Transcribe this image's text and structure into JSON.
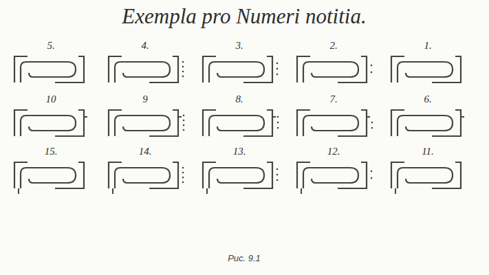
{
  "diagram": {
    "title": "Exempla pro Numeri notitia.",
    "caption": "Рис. 9.1",
    "labels": [
      "5.",
      "4.",
      "3.",
      "2.",
      "1.",
      "10",
      "9",
      "8.",
      "7.",
      "6.",
      "15.",
      "14.",
      "13.",
      "12.",
      "11."
    ]
  }
}
